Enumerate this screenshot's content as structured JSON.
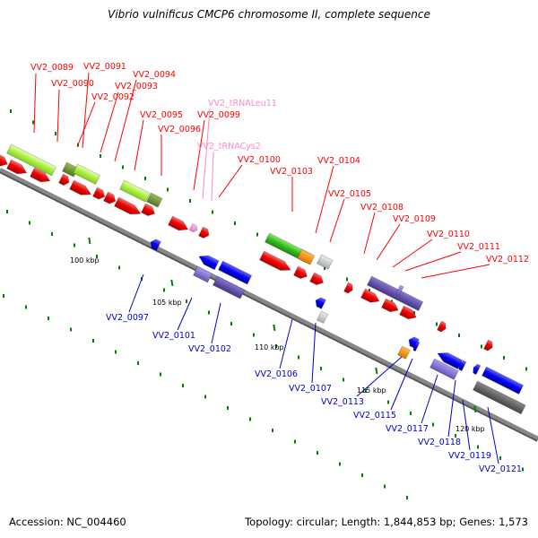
{
  "title": "Vibrio vulnificus CMCP6 chromosome II, complete sequence",
  "footer": {
    "accession": "Accession: NC_004460",
    "summary": "Topology: circular; Length: 1,844,853 bp; Genes: 1,573"
  },
  "colors": {
    "top_label": "#ff0000",
    "bottom_label": "#0000cc",
    "rna_label": "#ff88cc",
    "backbone": "#888888",
    "tick": "#008000"
  },
  "ticks": [
    {
      "label": "100 kbp"
    },
    {
      "label": "105 kbp"
    },
    {
      "label": "110 kbp"
    },
    {
      "label": "115 kbp"
    },
    {
      "label": "120 kbp"
    }
  ],
  "top_labels": [
    {
      "text": "VV2_0089"
    },
    {
      "text": "VV2_0091"
    },
    {
      "text": "VV2_0090"
    },
    {
      "text": "VV2_0094"
    },
    {
      "text": "VV2_0093"
    },
    {
      "text": "VV2_0092"
    },
    {
      "text": "VV2_0095"
    },
    {
      "text": "VV2_0096"
    },
    {
      "text": "VV2_0099"
    },
    {
      "text": "VV2_0100"
    },
    {
      "text": "VV2_0103"
    },
    {
      "text": "VV2_0104"
    },
    {
      "text": "VV2_0105"
    },
    {
      "text": "VV2_0108"
    },
    {
      "text": "VV2_0109"
    },
    {
      "text": "VV2_0110"
    },
    {
      "text": "VV2_0111"
    },
    {
      "text": "VV2_0112"
    }
  ],
  "rna_labels": [
    {
      "text": "VV2_tRNALeu11"
    },
    {
      "text": "VV2_tRNACys2"
    }
  ],
  "bottom_labels": [
    {
      "text": "VV2_0097"
    },
    {
      "text": "VV2_0101"
    },
    {
      "text": "VV2_0102"
    },
    {
      "text": "VV2_0106"
    },
    {
      "text": "VV2_0107"
    },
    {
      "text": "VV2_0113"
    },
    {
      "text": "VV2_0115"
    },
    {
      "text": "VV2_0117"
    },
    {
      "text": "VV2_0118"
    },
    {
      "text": "VV2_0119"
    },
    {
      "text": "VV2_0121"
    }
  ]
}
